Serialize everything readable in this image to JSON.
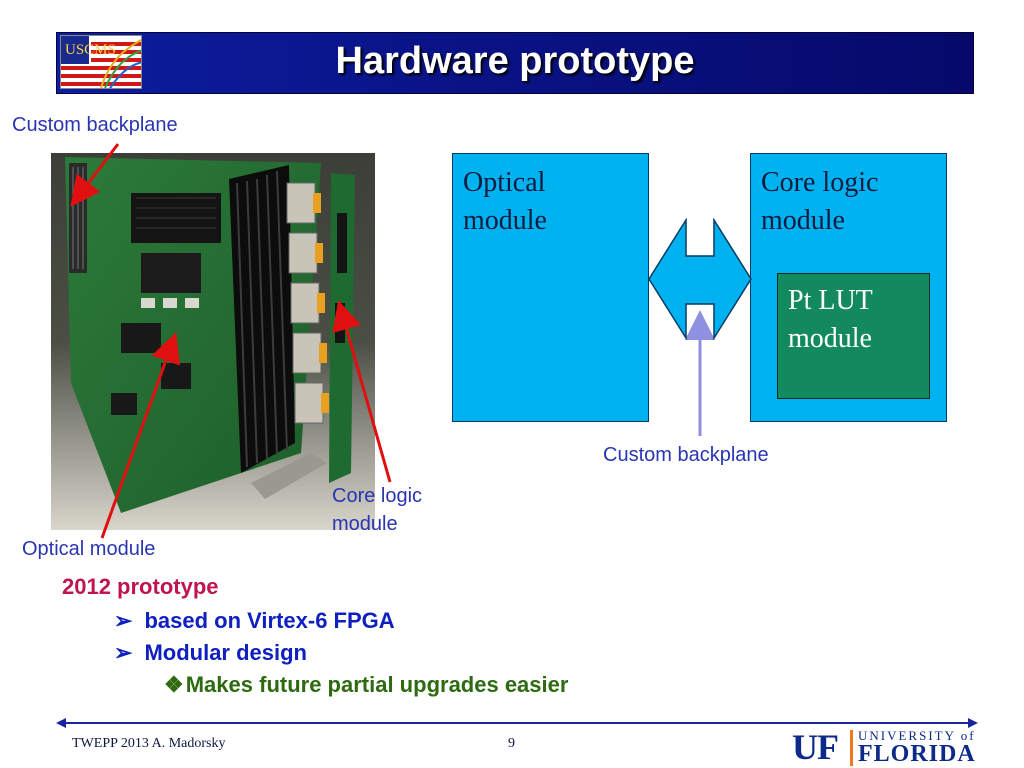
{
  "slide": {
    "title": "Hardware prototype",
    "logo_text": "USCMS"
  },
  "photo_labels": {
    "custom_backplane": "Custom backplane",
    "core_logic_line1": "Core logic",
    "core_logic_line2": "module",
    "optical_module": "Optical module"
  },
  "diagram": {
    "optical_line1": "Optical",
    "optical_line2": "module",
    "core_line1": "Core logic",
    "core_line2": "module",
    "ptlut_line1": "Pt LUT",
    "ptlut_line2": "module",
    "backplane_label": "Custom backplane"
  },
  "bullets": {
    "level1": "2012 prototype",
    "level2": [
      "based on Virtex-6 FPGA",
      "Modular design"
    ],
    "level3": "Makes future partial upgrades easier"
  },
  "footer": {
    "left": "TWEPP 2013  A. Madorsky",
    "page": "9",
    "uf_mark": "UF",
    "university_of": "UNIVERSITY of",
    "florida": "FLORIDA"
  },
  "colors": {
    "title_bar": "#0a1488",
    "module_box": "#00b3f0",
    "ptlut_box": "#138a5e",
    "label_blue": "#2a35b3",
    "bullet_red": "#c0144c",
    "bullet_blue": "#1020c0",
    "bullet_green": "#2e6b10",
    "callout_red": "#e01010"
  }
}
